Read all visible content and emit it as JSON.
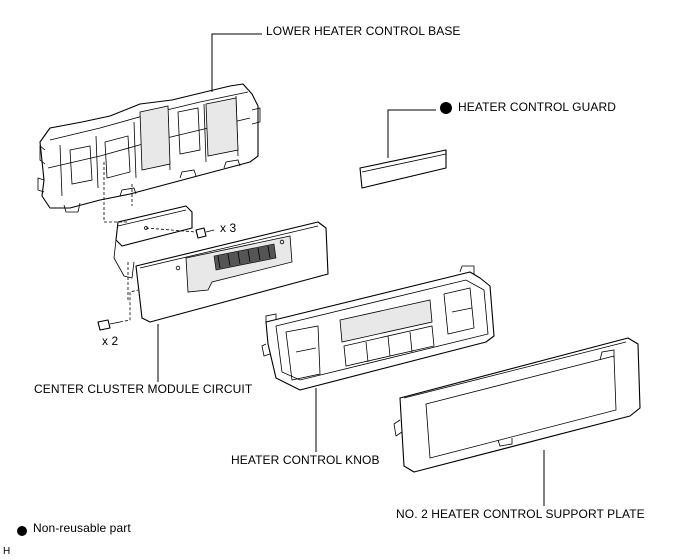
{
  "labels": {
    "lower_heater_control_base": "LOWER HEATER CONTROL BASE",
    "heater_control_guard": "HEATER CONTROL GUARD",
    "screw_count_3": "x 3",
    "screw_count_2": "x 2",
    "center_cluster_module_circuit": "CENTER CLUSTER MODULE CIRCUIT",
    "heater_control_knob": "HEATER CONTROL KNOB",
    "support_plate": "NO. 2 HEATER CONTROL SUPPORT PLATE"
  },
  "legend": {
    "non_reusable": "Non-reusable part"
  },
  "corner_code": "H",
  "colors": {
    "line": "#000000",
    "background": "#ffffff"
  }
}
